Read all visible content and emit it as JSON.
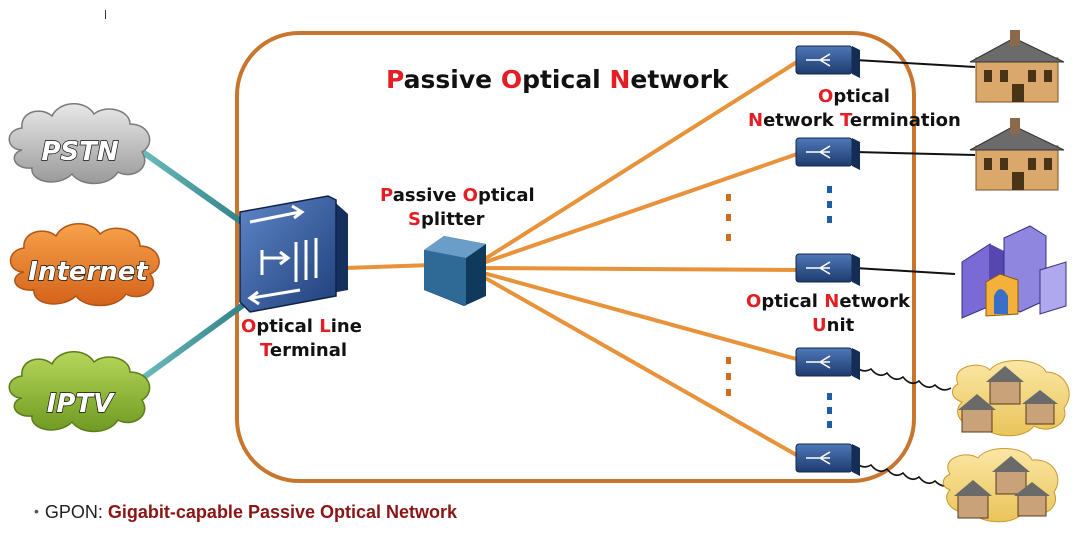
{
  "title": {
    "p1": "P",
    "p2": "assive ",
    "p3": "O",
    "p4": "ptical ",
    "p5": "N",
    "p6": "etwork"
  },
  "clouds": {
    "pstn": "PSTN",
    "internet": "Internet",
    "iptv": "IPTV"
  },
  "olt": {
    "line1": {
      "a": "O",
      "b": "ptical ",
      "c": "L",
      "d": "ine"
    },
    "line2": {
      "a": "T",
      "b": "erminal"
    }
  },
  "splitter": {
    "line1": {
      "a": "P",
      "b": "assive ",
      "c": "O",
      "d": "ptical"
    },
    "line2": {
      "a": "S",
      "b": "plitter"
    }
  },
  "ont": {
    "line1": {
      "a": "O",
      "b": "ptical"
    },
    "line2": {
      "a": "N",
      "b": "etwork ",
      "c": "T",
      "d": "ermination"
    }
  },
  "onu": {
    "line1": {
      "a": "O",
      "b": "ptical ",
      "c": "N",
      "d": "etwork"
    },
    "line2": {
      "a": "U",
      "b": "nit"
    }
  },
  "caption": {
    "bullet": "•",
    "term": "GPON: ",
    "definition": "Gigabit-capable Passive Optical Network"
  },
  "colors": {
    "pon_border": "#c8762e",
    "fiber": "#e8923a",
    "link": "#4aa3a3",
    "label_red": "#e31e24",
    "caption_def": "#8b1414"
  }
}
